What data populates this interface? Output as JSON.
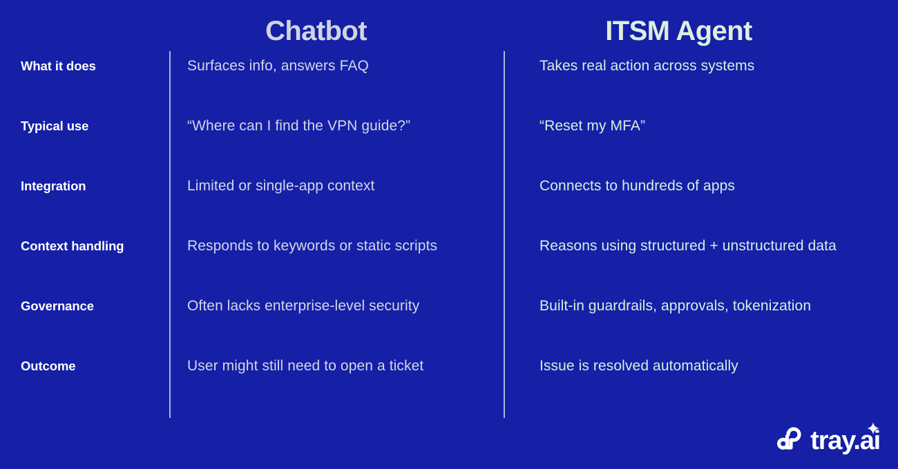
{
  "slide": {
    "background_color": "#1520a7",
    "columns": [
      {
        "key": "label",
        "header": ""
      },
      {
        "key": "chatbot",
        "header": "Chatbot",
        "color": "#d2d5e0"
      },
      {
        "key": "itsm",
        "header": "ITSM Agent",
        "color": "#dcefdf"
      }
    ],
    "rows": [
      {
        "label": "What it does",
        "chatbot": "Surfaces info, answers FAQ",
        "itsm": "Takes real action across systems"
      },
      {
        "label": "Typical use",
        "chatbot": "“Where can I find the VPN guide?”",
        "itsm": "“Reset my MFA”"
      },
      {
        "label": "Integration",
        "chatbot": "Limited or single-app context",
        "itsm": "Connects to hundreds of apps"
      },
      {
        "label": "Context handling",
        "chatbot": "Responds to keywords or static scripts",
        "itsm": "Reasons using structured + unstructured data"
      },
      {
        "label": "Governance",
        "chatbot": "Often lacks enterprise-level security",
        "itsm": "Built-in guardrails, approvals, tokenization"
      },
      {
        "label": "Outcome",
        "chatbot": "User might still need to open a ticket",
        "itsm": "Issue is resolved automatically"
      }
    ]
  },
  "logo": {
    "mark_name": "tray-loop-mark-icon",
    "sparkle_name": "sparkle-icon",
    "text": "tray.ai",
    "color": "#ffffff"
  }
}
